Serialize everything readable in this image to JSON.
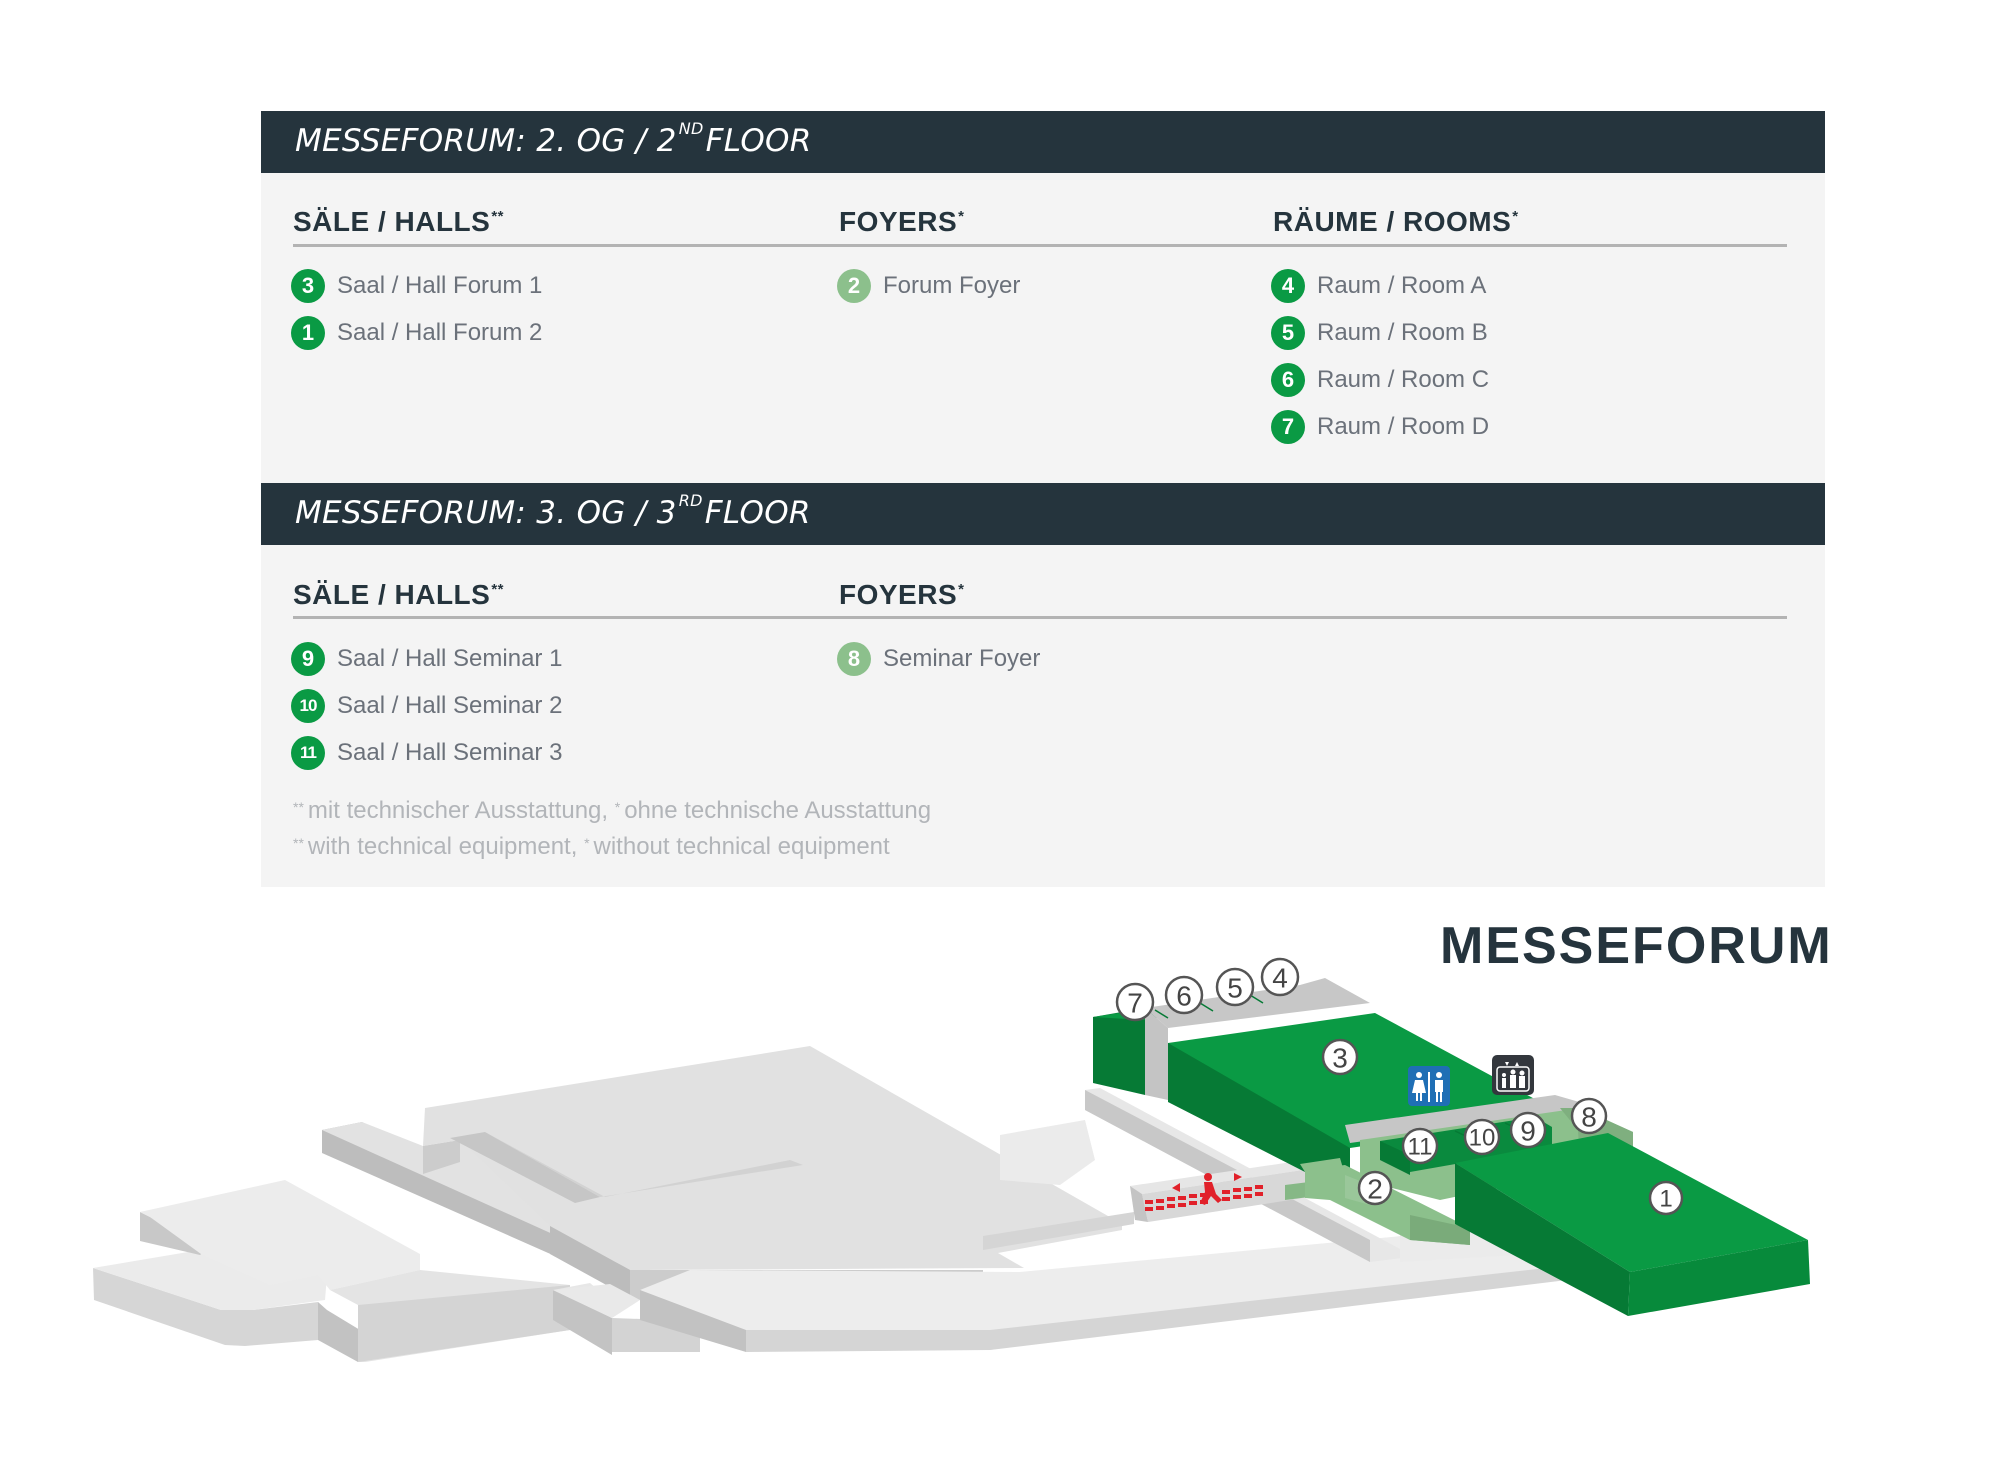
{
  "colors": {
    "band": "#25343d",
    "hall_green": "#0a9a44",
    "foyer_green": "#8cc08c",
    "text_gray": "#6b717a",
    "note_gray": "#b2b5b9"
  },
  "floor2": {
    "title_main": "MESSEFORUM: 2. OG / 2",
    "title_sup": "ND",
    "title_end": "FLOOR",
    "columns": {
      "halls": {
        "label": "SÄLE / HALLS",
        "stars": "**",
        "items": [
          {
            "num": "3",
            "label": "Saal / Hall Forum 1"
          },
          {
            "num": "1",
            "label": "Saal / Hall Forum 2"
          }
        ]
      },
      "foyers": {
        "label": "FOYERS",
        "stars": "*",
        "items": [
          {
            "num": "2",
            "label": "Forum Foyer"
          }
        ]
      },
      "rooms": {
        "label": "RÄUME / ROOMS",
        "stars": "*",
        "items": [
          {
            "num": "4",
            "label": "Raum / Room A"
          },
          {
            "num": "5",
            "label": "Raum / Room B"
          },
          {
            "num": "6",
            "label": "Raum / Room C"
          },
          {
            "num": "7",
            "label": "Raum / Room D"
          }
        ]
      }
    }
  },
  "floor3": {
    "title_main": "MESSEFORUM: 3. OG / 3",
    "title_sup": "RD",
    "title_end": "FLOOR",
    "columns": {
      "halls": {
        "label": "SÄLE / HALLS",
        "stars": "**",
        "items": [
          {
            "num": "9",
            "label": "Saal / Hall Seminar 1"
          },
          {
            "num": "10",
            "label": "Saal / Hall Seminar 2"
          },
          {
            "num": "11",
            "label": "Saal / Hall Seminar 3"
          }
        ]
      },
      "foyers": {
        "label": "FOYERS",
        "stars": "*",
        "items": [
          {
            "num": "8",
            "label": "Seminar Foyer"
          }
        ]
      }
    }
  },
  "notes": {
    "de": {
      "stars2": "**",
      "a": "mit technischer Ausstattung,",
      "stars1": "*",
      "b": "ohne technische Ausstattung"
    },
    "en": {
      "stars2": "**",
      "a": "with technical equipment,",
      "stars1": "*",
      "b": "without technical equipment"
    }
  },
  "map": {
    "title": "MESSEFORUM",
    "markers": [
      "1",
      "2",
      "3",
      "4",
      "5",
      "6",
      "7",
      "8",
      "9",
      "10",
      "11"
    ],
    "icons": [
      "restroom-icon",
      "elevator-icon",
      "entrance-walkway-icon"
    ]
  }
}
